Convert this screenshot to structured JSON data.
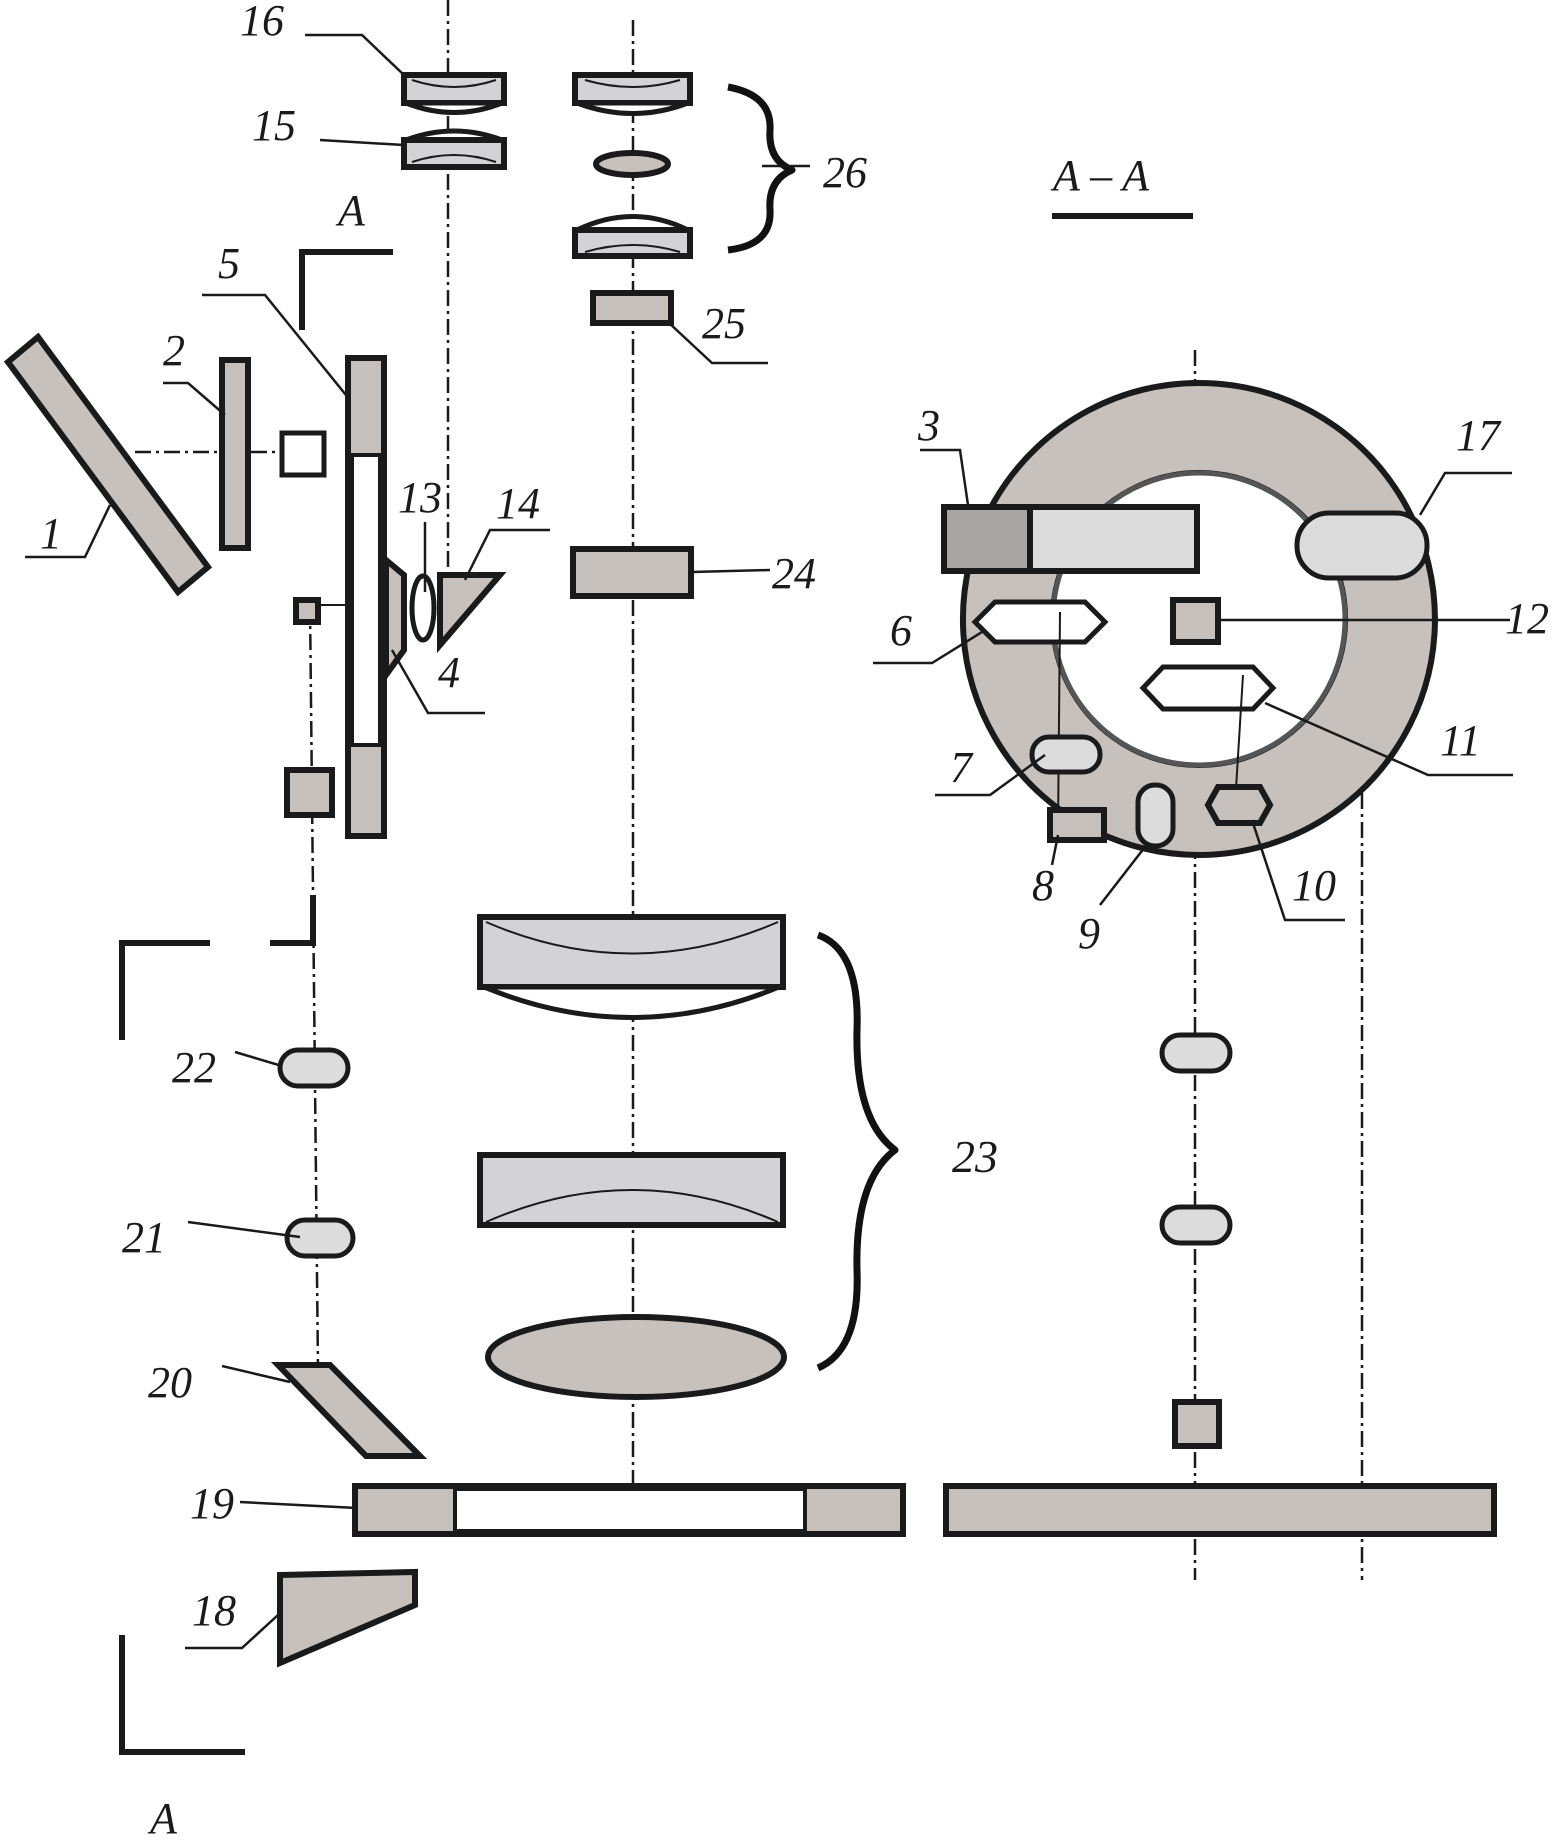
{
  "labels": {
    "n1": "1",
    "n2": "2",
    "n3": "3",
    "n4": "4",
    "n5": "5",
    "n6": "6",
    "n7": "7",
    "n8": "8",
    "n9": "9",
    "n10": "10",
    "n11": "11",
    "n12": "12",
    "n13": "13",
    "n14": "14",
    "n15": "15",
    "n16": "16",
    "n17": "17",
    "n18": "18",
    "n19": "19",
    "n20": "20",
    "n21": "21",
    "n22": "22",
    "n23": "23",
    "n24": "24",
    "n25": "25",
    "n26": "26"
  },
  "section": {
    "marker_top": "A",
    "marker_bottom": "A",
    "title": "A – A"
  },
  "colors": {
    "part_fill": "#c6c1bd",
    "lens_fill": "#d3d3d6",
    "light_fill": "#dcdcdc",
    "outline": "#1a1a1a"
  }
}
